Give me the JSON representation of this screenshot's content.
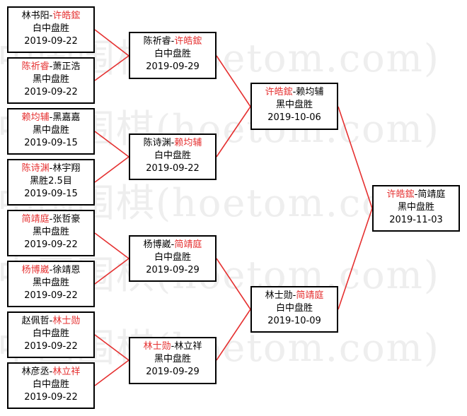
{
  "watermark": "中国围棋(hoetom.com)",
  "colors": {
    "winner": "#e53030",
    "connector": "#e53030",
    "box_border": "#000000"
  },
  "round1": [
    {
      "p1": "林书阳",
      "p2": "许皓鋐",
      "winner": 2,
      "result": "白中盘胜",
      "date": "2019-09-22"
    },
    {
      "p1": "陈祈睿",
      "p2": "萧正浩",
      "winner": 1,
      "result": "黑中盘胜",
      "date": "2019-09-22"
    },
    {
      "p1": "赖均辅",
      "p2": "黑嘉嘉",
      "winner": 1,
      "result": "黑中盘胜",
      "date": "2019-09-15"
    },
    {
      "p1": "陈诗渊",
      "p2": "林宇翔",
      "winner": 1,
      "result": "黑胜2.5目",
      "date": "2019-09-15"
    },
    {
      "p1": "简靖庭",
      "p2": "张哲豪",
      "winner": 1,
      "result": "黑中盘胜",
      "date": "2019-09-22"
    },
    {
      "p1": "杨博崴",
      "p2": "徐靖恩",
      "winner": 1,
      "result": "黑中盘胜",
      "date": "2019-09-22"
    },
    {
      "p1": "赵佩哲",
      "p2": "林士勋",
      "winner": 2,
      "result": "白中盘胜",
      "date": "2019-09-22"
    },
    {
      "p1": "林彦丞",
      "p2": "林立祥",
      "winner": 2,
      "result": "白中盘胜",
      "date": "2019-09-22"
    }
  ],
  "round2": [
    {
      "p1": "陈祈睿",
      "p2": "许皓鋐",
      "winner": 2,
      "result": "白中盘胜",
      "date": "2019-09-29"
    },
    {
      "p1": "陈诗渊",
      "p2": "赖均辅",
      "winner": 2,
      "result": "白中盘胜",
      "date": "2019-09-22"
    },
    {
      "p1": "杨博崴",
      "p2": "简靖庭",
      "winner": 2,
      "result": "白中盘胜",
      "date": "2019-09-29"
    },
    {
      "p1": "林士勋",
      "p2": "林立祥",
      "winner": 1,
      "result": "黑中盘胜",
      "date": "2019-09-29"
    }
  ],
  "round3": [
    {
      "p1": "许皓鋐",
      "p2": "赖均辅",
      "winner": 1,
      "result": "黑中盘胜",
      "date": "2019-10-06"
    },
    {
      "p1": "林士勋",
      "p2": "简靖庭",
      "winner": 2,
      "result": "白中盘胜",
      "date": "2019-10-09"
    }
  ],
  "final": [
    {
      "p1": "许皓鋐",
      "p2": "简靖庭",
      "winner": 1,
      "result": "黑中盘胜",
      "date": "2019-11-03"
    }
  ]
}
